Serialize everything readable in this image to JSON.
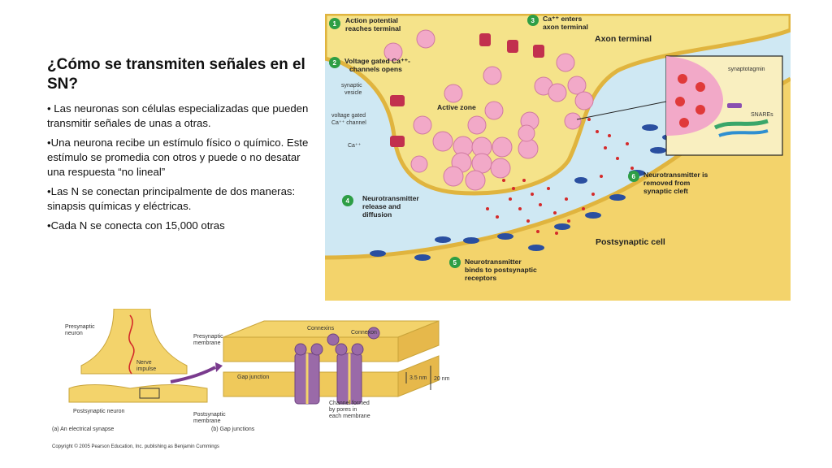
{
  "title": "¿Cómo se transmiten señales en el SN?",
  "bullets": [
    "• Las neuronas son células especializadas que pueden transmitir señales de unas a otras.",
    "•Una neurona recibe un estímulo  físico o químico. Este estímulo se promedia con otros y puede o no desatar una respuesta “no lineal”",
    "•Las N se conectan principalmente de dos maneras: sinapsis químicas y eléctricas.",
    "•Cada N se conecta con 15,000 otras"
  ],
  "chemical_synapse": {
    "steps": [
      {
        "num": "1",
        "line1": "Action potential",
        "line2": "reaches terminal"
      },
      {
        "num": "2",
        "line1": "Voltage gated Ca⁺⁺-",
        "line2": "channels opens"
      },
      {
        "num": "3",
        "line1": "Ca⁺⁺ enters",
        "line2": "axon terminal"
      },
      {
        "num": "4",
        "line1": "Neurotransmitter",
        "line2": "release and",
        "line3": "diffusion"
      },
      {
        "num": "5",
        "line1": "Neurotransmitter",
        "line2": "binds to postsynaptic",
        "line3": "receptors"
      },
      {
        "num": "6",
        "line1": "Neurotransmitter is",
        "line2": "removed from",
        "line3": "synaptic cleft"
      }
    ],
    "labels": {
      "synaptic_vesicle_1": "synaptic",
      "synaptic_vesicle_2": "vesicle",
      "vg_channel_1": "voltage gated",
      "vg_channel_2": "Ca⁺⁺ channel",
      "ca": "Ca⁺⁺",
      "axon_terminal": "Axon terminal",
      "active_zone": "Active zone",
      "postsynaptic_cell": "Postsynaptic cell",
      "synaptotagmin": "synaptotagmin",
      "snares": "SNAREs"
    }
  },
  "electrical_synapse": {
    "presynaptic_neuron_1": "Presynaptic",
    "presynaptic_neuron_2": "neuron",
    "nerve_impulse_1": "Nerve",
    "nerve_impulse_2": "impulse",
    "postsynaptic_neuron": "Postsynaptic neuron",
    "presynaptic_membrane_1": "Presynaptic",
    "presynaptic_membrane_2": "membrane",
    "connexins": "Connexins",
    "connexon": "Connexon",
    "gap_junction": "Gap junction",
    "gap_width": "3.5 nm",
    "total_width": "20 nm",
    "postsynaptic_membrane_1": "Postsynaptic",
    "postsynaptic_membrane_2": "membrane",
    "channel_1": "Channel formed",
    "channel_2": "by pores in",
    "channel_3": "each membrane",
    "caption_a": "(a) An electrical synapse",
    "caption_b": "(b) Gap junctions",
    "copyright": "Copyright © 2005 Pearson Education, Inc. publishing as Benjamin Cummings"
  },
  "colors": {
    "terminal_fill": "#f5e38a",
    "cleft_bg": "#cfe8f3",
    "vesicle": "#f2a9c8",
    "receptor": "#2a4fa0",
    "channel": "#c2304e",
    "step_badge": "#2e9e45",
    "membrane": "#f3d36b",
    "connexin": "#9a6aa8"
  }
}
